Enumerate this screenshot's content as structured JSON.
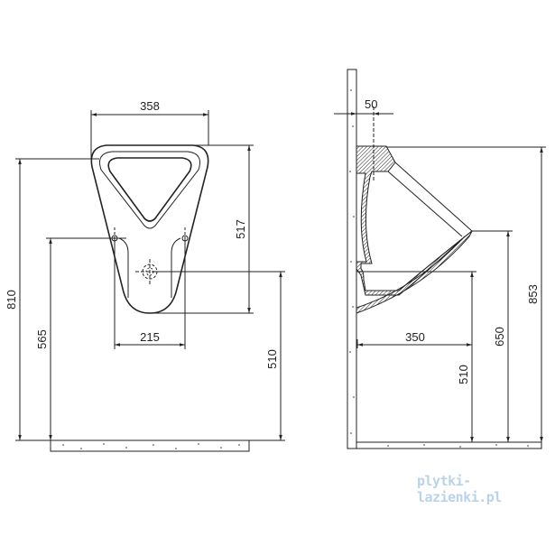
{
  "front_view": {
    "dimensions": {
      "width_top": "358",
      "height_overall": "810",
      "fixing_height": "565",
      "bowl_height": "517",
      "fixing_spacing": "215",
      "outlet_height": "510"
    }
  },
  "side_view": {
    "dimensions": {
      "inlet_offset": "50",
      "top_height": "853",
      "front_height": "650",
      "projection": "350",
      "outlet_height": "510"
    }
  },
  "watermark": "plytki-lazienki.pl",
  "colors": {
    "line": "#222222",
    "watermark": "#b9d3ea"
  }
}
